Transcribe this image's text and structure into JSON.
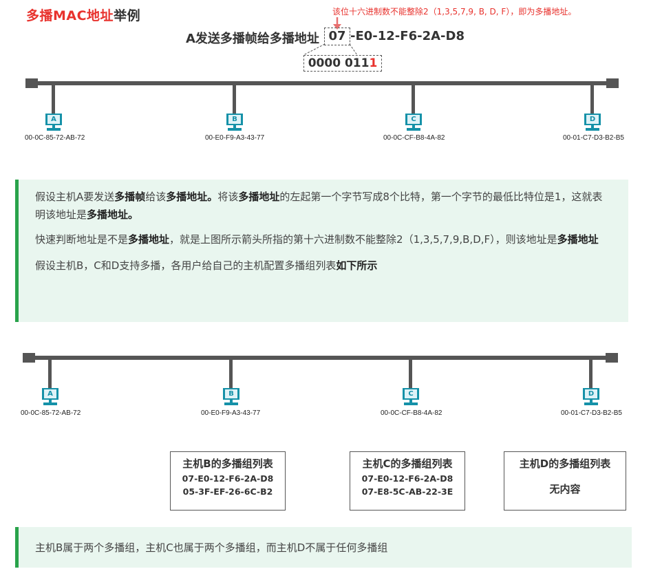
{
  "title": {
    "red": "多播MAC地址",
    "dark": "举例"
  },
  "note": "该位十六进制数不能整除2（1,3,5,7,9, B, D, F），即为多播地址。",
  "send": {
    "prefix": "A发送多播帧给多播地址",
    "mac_first": "07",
    "mac_rest": "-E0-12-F6-2A-D8"
  },
  "binary": {
    "main": "0000 011",
    "last": "1"
  },
  "hosts": [
    {
      "letter": "A",
      "mac": "00-0C-85-72-AB-72"
    },
    {
      "letter": "B",
      "mac": "00-E0-F9-A3-43-77"
    },
    {
      "letter": "C",
      "mac": "00-0C-CF-B8-4A-82"
    },
    {
      "letter": "D",
      "mac": "00-01-C7-D3-B2-B5"
    }
  ],
  "explanation": {
    "p1": [
      "假设主机A要发送",
      "多播帧",
      "给该",
      "多播地址。",
      "将该",
      "多播地址",
      "的左起第一个字节写成8个比特，第一个字节的最低比特位是1，这就表明该地址是",
      "多播地址。"
    ],
    "p2": [
      "快速判断地址是不是",
      "多播地址",
      "，就是上图所示箭头所指的第十六进制数不能整除2（1,3,5,7,9,B,D,F），则该地址是",
      "多播地址"
    ],
    "p3": [
      "假设主机B，C和D支持多播，各用户给自己的主机配置多播组列表",
      "如下所示"
    ]
  },
  "groups": {
    "B": {
      "title": "主机B的多播组列表",
      "entries": [
        "07-E0-12-F6-2A-D8",
        "05-3F-EF-26-6C-B2"
      ]
    },
    "C": {
      "title": "主机C的多播组列表",
      "entries": [
        "07-E0-12-F6-2A-D8",
        "07-E8-5C-AB-22-3E"
      ]
    },
    "D": {
      "title": "主机D的多播组列表",
      "empty": "无内容"
    }
  },
  "summary": "主机B属于两个多播组，主机C也属于两个多播组，而主机D不属于任何多播组",
  "colors": {
    "accent_red": "#e8322d",
    "bus": "#555555",
    "host_teal": "#1591a8",
    "card_bg": "#e9f6ef",
    "card_border": "#29a34b"
  }
}
